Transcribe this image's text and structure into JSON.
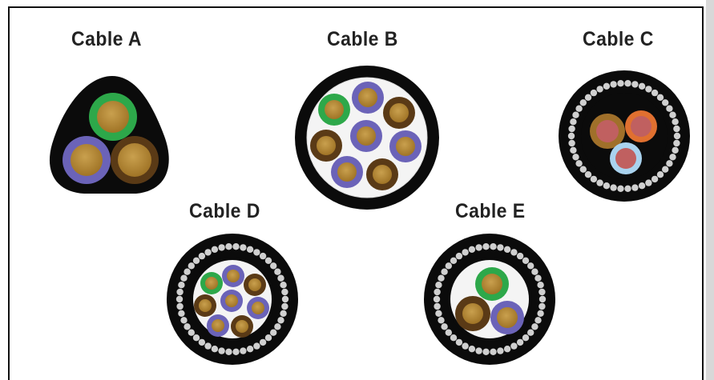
{
  "title": "",
  "cables": [
    {
      "id": "A",
      "label": "Cable A"
    },
    {
      "id": "B",
      "label": "Cable B"
    },
    {
      "id": "C",
      "label": "Cable C"
    },
    {
      "id": "D",
      "label": "Cable D"
    },
    {
      "id": "E",
      "label": "Cable E"
    }
  ],
  "colors": {
    "jacket": "#0b0b0b",
    "copper": "#b88a3a",
    "green": "#2da84a",
    "blue": "#6b63b8",
    "brown": "#5a3a16",
    "orange": "#e07030",
    "pink": "#c06060",
    "lightblue": "#a9d2ee",
    "armor": "#d0d0d0",
    "filler": "#f4f4f4"
  }
}
